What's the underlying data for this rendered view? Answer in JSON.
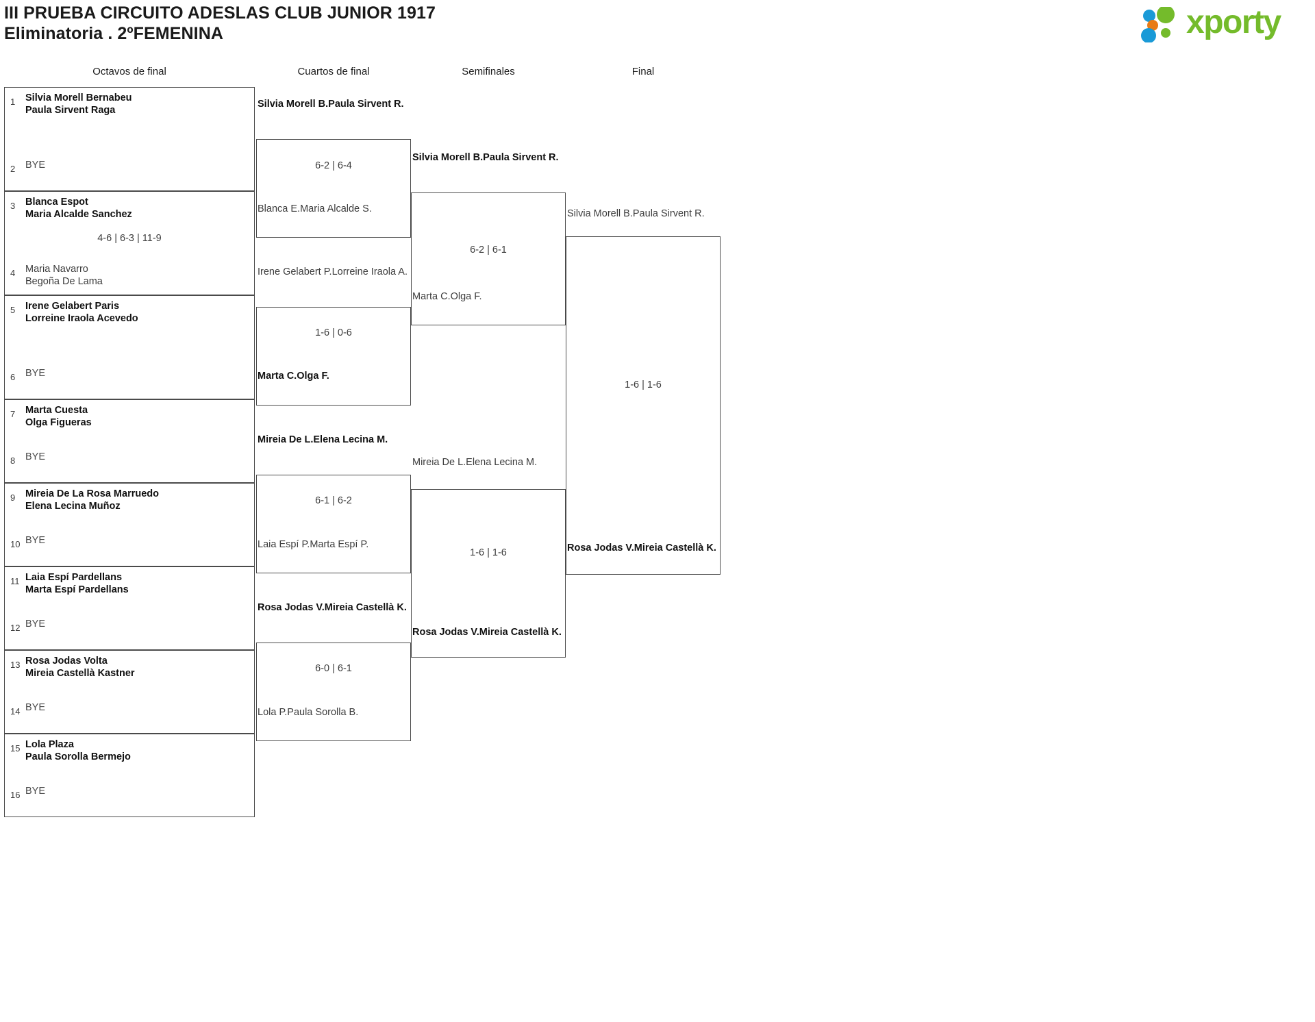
{
  "header": {
    "title_line1": "III PRUEBA CIRCUITO ADESLAS CLUB JUNIOR 1917",
    "title_line2": "Eliminatoria . 2ºFEMENINA",
    "logo_word": "xporty",
    "logo_colors": {
      "green": "#74bb2b",
      "blue": "#1a9ad7",
      "orange": "#e87b16"
    }
  },
  "rounds": [
    {
      "label": "Octavos de final"
    },
    {
      "label": "Cuartos de final"
    },
    {
      "label": "Semifinales"
    },
    {
      "label": "Final"
    }
  ],
  "bye_label": "BYE",
  "round1": [
    {
      "seed_a": "1",
      "a1": "Silvia Morell Bernabeu",
      "a2": "Paula Sirvent Raga",
      "a_state": "win",
      "seed_b": "2",
      "b1": "BYE",
      "b2": "",
      "b_state": "bye",
      "score": "",
      "shaded": true
    },
    {
      "seed_a": "3",
      "a1": "Blanca Espot",
      "a2": "Maria Alcalde Sanchez",
      "a_state": "win",
      "seed_b": "4",
      "b1": "Maria Navarro",
      "b2": "Begoña De Lama",
      "b_state": "lose",
      "score": "4-6 | 6-3 | 11-9",
      "shaded": false
    },
    {
      "seed_a": "5",
      "a1": "Irene Gelabert Paris",
      "a2": "Lorreine Iraola Acevedo",
      "a_state": "win",
      "seed_b": "6",
      "b1": "BYE",
      "b2": "",
      "b_state": "bye",
      "score": "",
      "shaded": true
    },
    {
      "seed_a": "7",
      "a1": "Marta Cuesta",
      "a2": "Olga Figueras",
      "a_state": "win",
      "seed_b": "8",
      "b1": "BYE",
      "b2": "",
      "b_state": "bye",
      "score": "",
      "shaded": false
    },
    {
      "seed_a": "9",
      "a1": "Mireia De La Rosa Marruedo",
      "a2": "Elena Lecina Muñoz",
      "a_state": "win",
      "seed_b": "10",
      "b1": "BYE",
      "b2": "",
      "b_state": "bye",
      "score": "",
      "shaded": true
    },
    {
      "seed_a": "11",
      "a1": "Laia Espí Pardellans",
      "a2": "Marta Espí Pardellans",
      "a_state": "win",
      "seed_b": "12",
      "b1": "BYE",
      "b2": "",
      "b_state": "bye",
      "score": "",
      "shaded": false
    },
    {
      "seed_a": "13",
      "a1": "Rosa Jodas Volta",
      "a2": "Mireia Castellà Kastner",
      "a_state": "win",
      "seed_b": "14",
      "b1": "BYE",
      "b2": "",
      "b_state": "bye",
      "score": "",
      "shaded": true
    },
    {
      "seed_a": "15",
      "a1": "Lola Plaza",
      "a2": "Paula Sorolla Bermejo",
      "a_state": "win",
      "seed_b": "16",
      "b1": "BYE",
      "b2": "",
      "b_state": "bye",
      "score": "",
      "shaded": false
    }
  ],
  "round2": [
    {
      "a1": "Silvia Morell B.",
      "a2": "Paula Sirvent R.",
      "a_state": "win",
      "b1": "Blanca E.",
      "b2": "Maria Alcalde S.",
      "b_state": "lose",
      "score": "6-2 | 6-4"
    },
    {
      "a1": "Irene Gelabert P.",
      "a2": "Lorreine Iraola A.",
      "a_state": "lose",
      "b1": "Marta C.",
      "b2": "Olga F.",
      "b_state": "win",
      "score": "1-6 | 0-6"
    },
    {
      "a1": "Mireia De L.",
      "a2": "Elena Lecina M.",
      "a_state": "win",
      "b1": "Laia Espí P.",
      "b2": "Marta Espí P.",
      "b_state": "lose",
      "score": "6-1 | 6-2"
    },
    {
      "a1": "Rosa Jodas V.",
      "a2": "Mireia Castellà K.",
      "a_state": "win",
      "b1": "Lola P.",
      "b2": "Paula Sorolla B.",
      "b_state": "lose",
      "score": "6-0 | 6-1"
    }
  ],
  "round3": [
    {
      "a1": "Silvia Morell B.",
      "a2": "Paula Sirvent R.",
      "a_state": "win",
      "b1": "Marta C.",
      "b2": "Olga F.",
      "b_state": "lose",
      "score": "6-2 | 6-1"
    },
    {
      "a1": "Mireia De L.",
      "a2": "Elena Lecina M.",
      "a_state": "lose",
      "b1": "Rosa Jodas V.",
      "b2": "Mireia Castellà K.",
      "b_state": "win",
      "score": "1-6 | 1-6"
    }
  ],
  "round4": [
    {
      "a1": "Silvia Morell B.",
      "a2": "Paula Sirvent R.",
      "a_state": "lose",
      "b1": "Rosa Jodas V.",
      "b2": "Mireia Castellà K.",
      "b_state": "win",
      "score": "1-6 | 1-6"
    }
  ]
}
